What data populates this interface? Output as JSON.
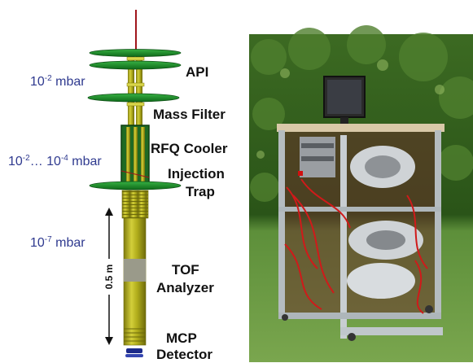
{
  "diagram": {
    "components": {
      "api": "API",
      "mass_filter": "Mass Filter",
      "rfq_cooler": "RFQ Cooler",
      "injection": "Injection",
      "trap": "Trap",
      "tof": "TOF",
      "analyzer": "Analyzer",
      "mcp": "MCP",
      "detector": "Detector"
    },
    "pressures": {
      "p1_base": "10",
      "p1_exp": "-2",
      "p1_unit": " mbar",
      "p2_base_a": "10",
      "p2_exp_a": "-2",
      "p2_mid": "… 10",
      "p2_exp_b": "-4",
      "p2_unit": " mbar",
      "p3_base": "10",
      "p3_exp": "-7",
      "p3_unit": " mbar"
    },
    "scale": "0.5 m"
  },
  "colors": {
    "tube": "#b9b61a",
    "tube_dark": "#8a8712",
    "disk": "#1f8f2b",
    "disk_dark": "#0f5e18",
    "rfq_frame": "#1a5e1f",
    "pressure_text": "#2f3a8f",
    "beam": "#a0151c",
    "detector": "#1c2a8a"
  }
}
